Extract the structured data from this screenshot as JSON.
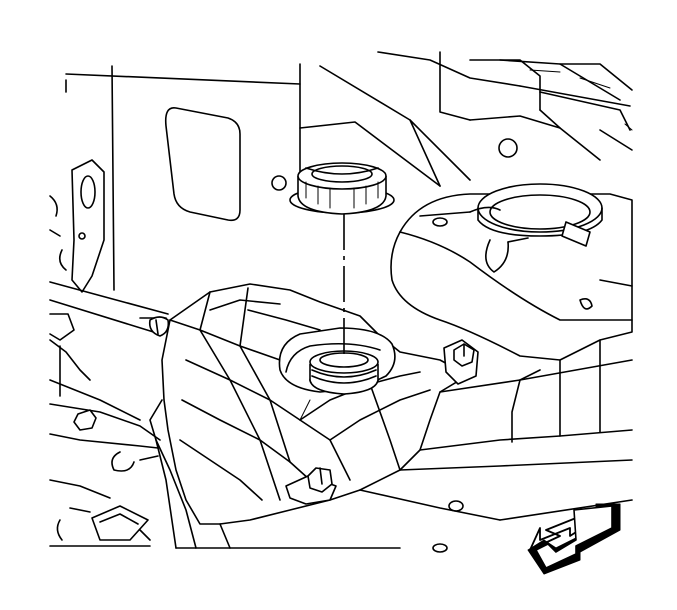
{
  "diagram": {
    "parts": [
      {
        "id": "reservoir-cap",
        "label": ""
      },
      {
        "id": "coolant-reservoir",
        "label": ""
      },
      {
        "id": "filler-neck",
        "label": ""
      },
      {
        "id": "mounting-bolt-front",
        "label": ""
      },
      {
        "id": "mounting-bolt-rear",
        "label": ""
      },
      {
        "id": "strut-tower",
        "label": ""
      }
    ],
    "colors": {
      "line": "#000000",
      "background": "#ffffff",
      "arrow": "#000000"
    },
    "arrow": {
      "icon": "direction-arrow-icon",
      "pointing": "down-left"
    }
  }
}
